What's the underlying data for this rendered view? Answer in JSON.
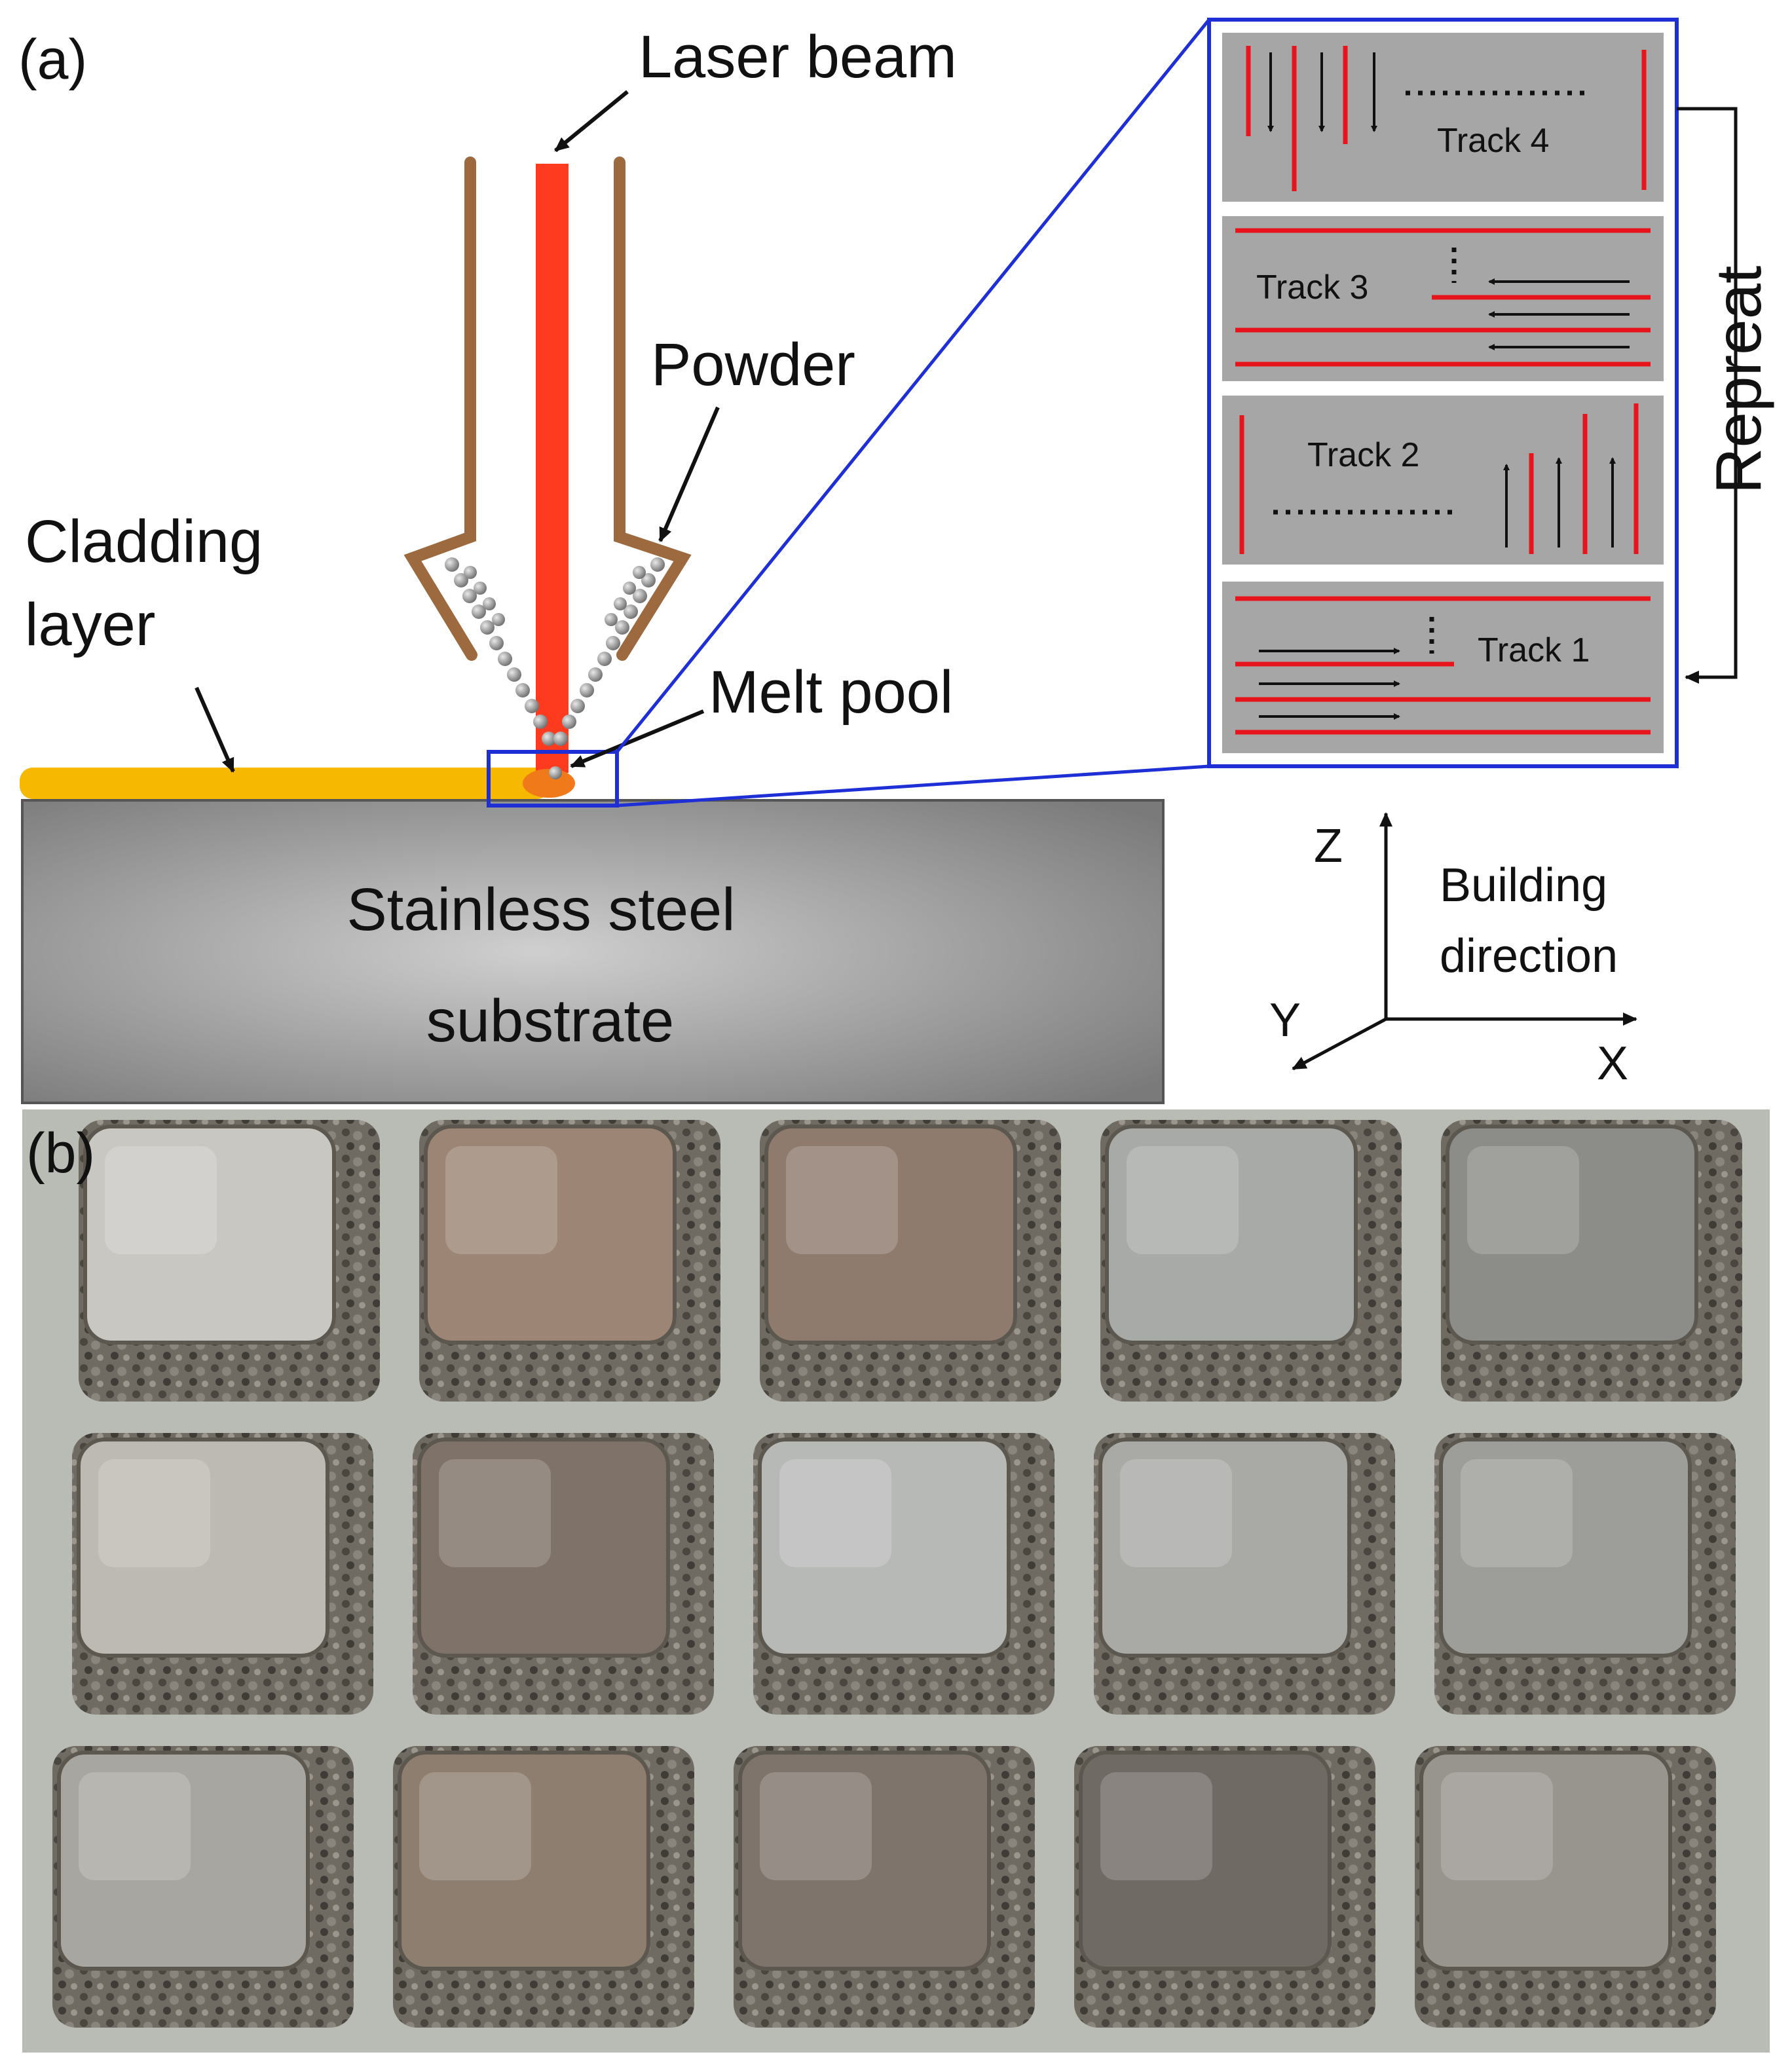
{
  "panel_a": {
    "label": "(a)",
    "laser_beam": "Laser beam",
    "powder": "Powder",
    "cladding_layer_line1": "Cladding",
    "cladding_layer_line2": "layer",
    "melt_pool": "Melt pool",
    "substrate_line1": "Stainless steel",
    "substrate_line2": "substrate",
    "scan_strategy": {
      "tracks": [
        "Track 4",
        "Track 3",
        "Track 2",
        "Track 1"
      ],
      "repeat": "Repreat"
    },
    "axes": {
      "z": "Z",
      "y": "Y",
      "x": "X",
      "building_line1": "Building",
      "building_line2": "direction"
    }
  },
  "panel_b": {
    "label": "(b)",
    "sample_rows": 3,
    "sample_cols": 5
  },
  "colors": {
    "laser": "#ff3b1f",
    "nozzle": "#9c6a3e",
    "powder": "#9a9a9a",
    "cladding": "#f6b800",
    "melt_pool": "#f07a1a",
    "substrate": "#8c8c8c",
    "zoom_frame": "#1f2fd6",
    "track_red": "#e8141b",
    "track_panel": "#a6a6a6",
    "photo_background": "#b9bcb4"
  }
}
